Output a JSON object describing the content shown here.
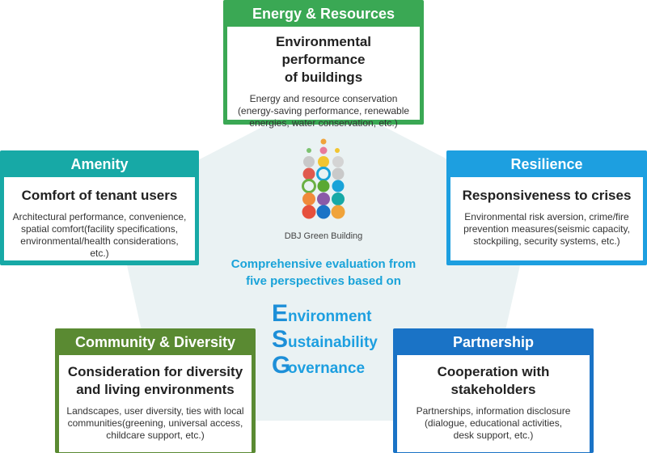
{
  "cards": {
    "energy": {
      "header": "Energy & Resources",
      "title": "Environmental performance\nof buildings",
      "desc": "Energy and resource conservation\n(energy-saving performance, renewable\nenergies, water conservation, etc.)"
    },
    "amenity": {
      "header": "Amenity",
      "title": "Comfort of tenant users",
      "desc": "Architectural performance, convenience,\nspatial comfort(facility specifications,\nenvironmental/health considerations, etc.)"
    },
    "resilience": {
      "header": "Resilience",
      "title": "Responsiveness to crises",
      "desc": "Environmental risk aversion, crime/fire\nprevention measures(seismic capacity,\nstockpiling, security systems, etc.)"
    },
    "community": {
      "header": "Community & Diversity",
      "title": "Consideration for diversity\nand living environments",
      "desc": "Landscapes, user diversity, ties with local\ncommunities(greening, universal access,\nchildcare support, etc.)"
    },
    "partnership": {
      "header": "Partnership",
      "title": "Cooperation with\nstakeholders",
      "desc": "Partnerships, information disclosure\n(dialogue, educational activities,\ndesk support, etc.)"
    }
  },
  "logo_caption": "DBJ Green Building",
  "center_text": "Comprehensive evaluation from\nfive perspectives based on",
  "esg": [
    {
      "letter": "E",
      "rest": "nvironment"
    },
    {
      "letter": "S",
      "rest": "ustainability"
    },
    {
      "letter": "G",
      "rest": "overnance"
    }
  ],
  "colors": {
    "energy": "#3aa854",
    "amenity": "#17a9a6",
    "resilience": "#1d9fe0",
    "community": "#5a8a32",
    "partnership": "#1a73c6",
    "pentagon": "#eaf2f3",
    "accent": "#1aa3d9"
  },
  "icons": [
    "dbj-green-building-logo"
  ]
}
